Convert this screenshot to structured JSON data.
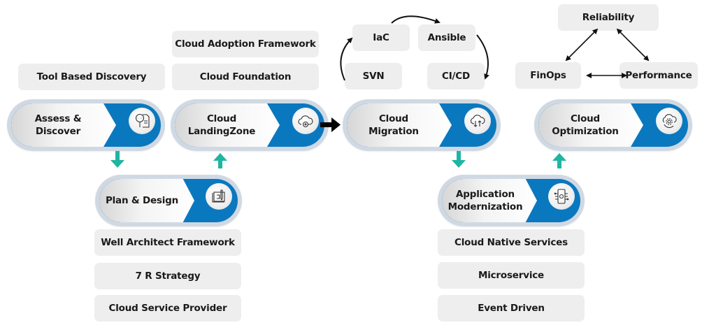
{
  "colors": {
    "pill_blue": "#0a78bf",
    "pill_border": "#d0d9e3",
    "teal_arrow": "#1fb5a3",
    "box_bg": "#eeeeee",
    "text": "#1a1a1a"
  },
  "stages": {
    "assess": {
      "label_line1": "Assess &",
      "label_line2": "Discover",
      "icon": "search-document-icon"
    },
    "landing": {
      "label_line1": "Cloud",
      "label_line2": "LandingZone",
      "icon": "cloud-download-icon"
    },
    "migration": {
      "label_line1": "Cloud",
      "label_line2": "Migration",
      "icon": "cloud-transfer-icon"
    },
    "optimization": {
      "label_line1": "Cloud",
      "label_line2": "Optimization",
      "icon": "cloud-gear-icon"
    },
    "plan": {
      "label_line1": "Plan & Design",
      "icon": "blueprint-icon"
    },
    "appmod": {
      "label_line1": "Application",
      "label_line2": "Modernization",
      "icon": "mobile-circuit-icon"
    }
  },
  "boxes": {
    "tool_based_discovery": "Tool Based Discovery",
    "cloud_adoption_framework": "Cloud Adoption Framework",
    "cloud_foundation": "Cloud Foundation",
    "iac": "IaC",
    "ansible": "Ansible",
    "svn": "SVN",
    "cicd": "CI/CD",
    "reliability": "Reliability",
    "finops": "FinOps",
    "performance": "Performance",
    "well_architect": "Well Architect Framework",
    "seven_r": "7 R Strategy",
    "csp": "Cloud Service Provider",
    "cloud_native": "Cloud Native Services",
    "microservice": "Microservice",
    "event_driven": "Event Driven"
  }
}
